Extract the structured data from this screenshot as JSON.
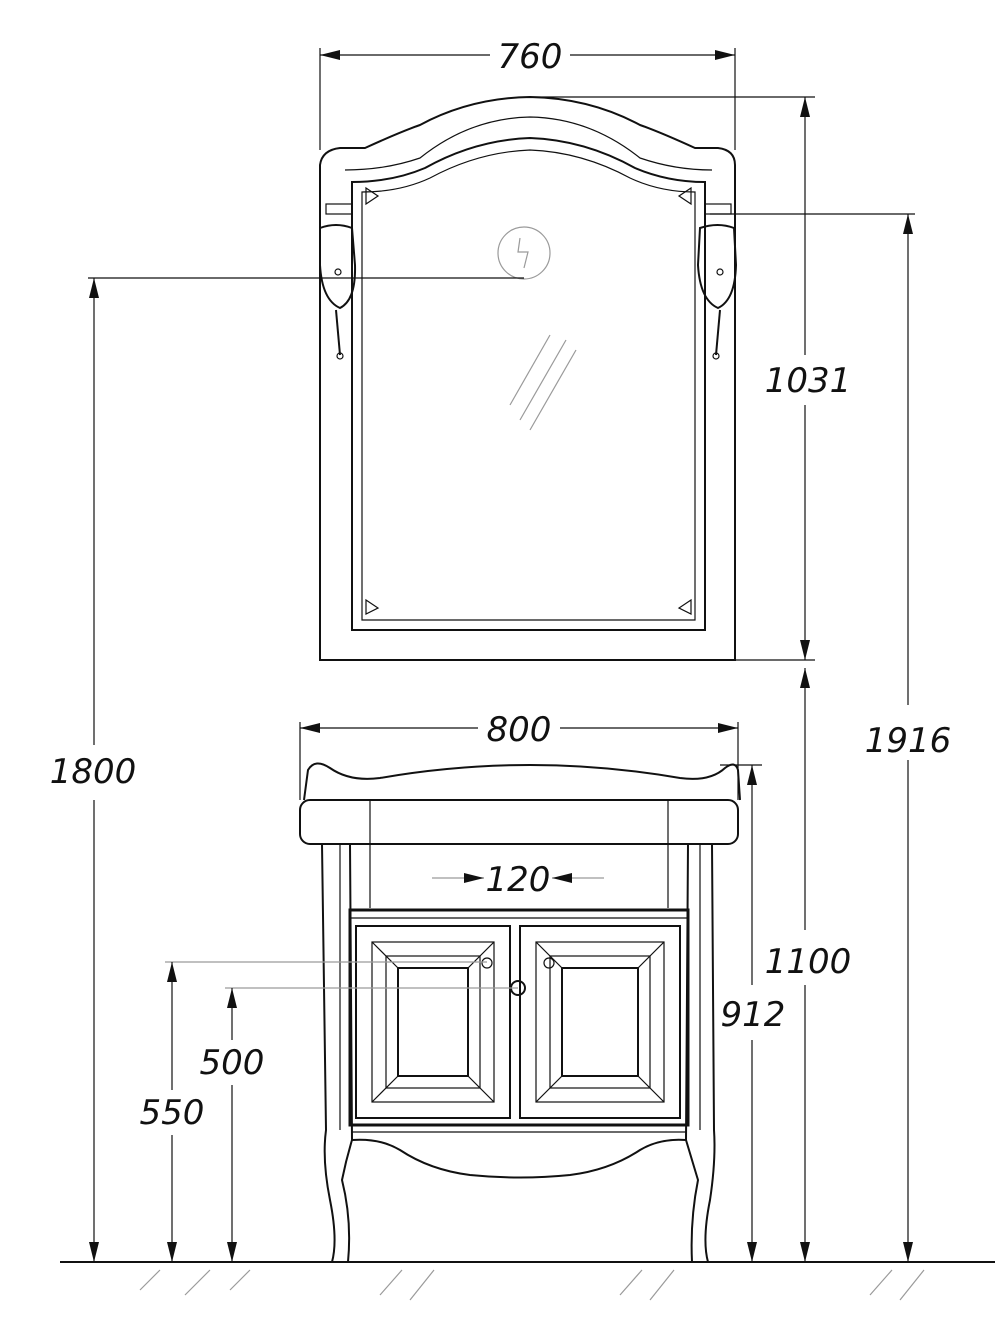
{
  "drawing": {
    "dimensions": {
      "mirror_width": "760",
      "mirror_height": "1031",
      "vanity_width": "800",
      "handle_spacing": "120",
      "floor_to_lamp": "1800",
      "floor_to_mirror_bottom": "1100",
      "floor_to_mirror_top": "1916",
      "vanity_height": "912",
      "floor_to_lower_mark": "500",
      "floor_to_upper_mark": "550"
    },
    "colors": {
      "line": "#111111",
      "hatch": "#9a9a9a",
      "background": "#ffffff"
    },
    "icons": [
      "power-outlet-icon",
      "glass-reflection-icon",
      "floor-hatch-icon"
    ]
  }
}
